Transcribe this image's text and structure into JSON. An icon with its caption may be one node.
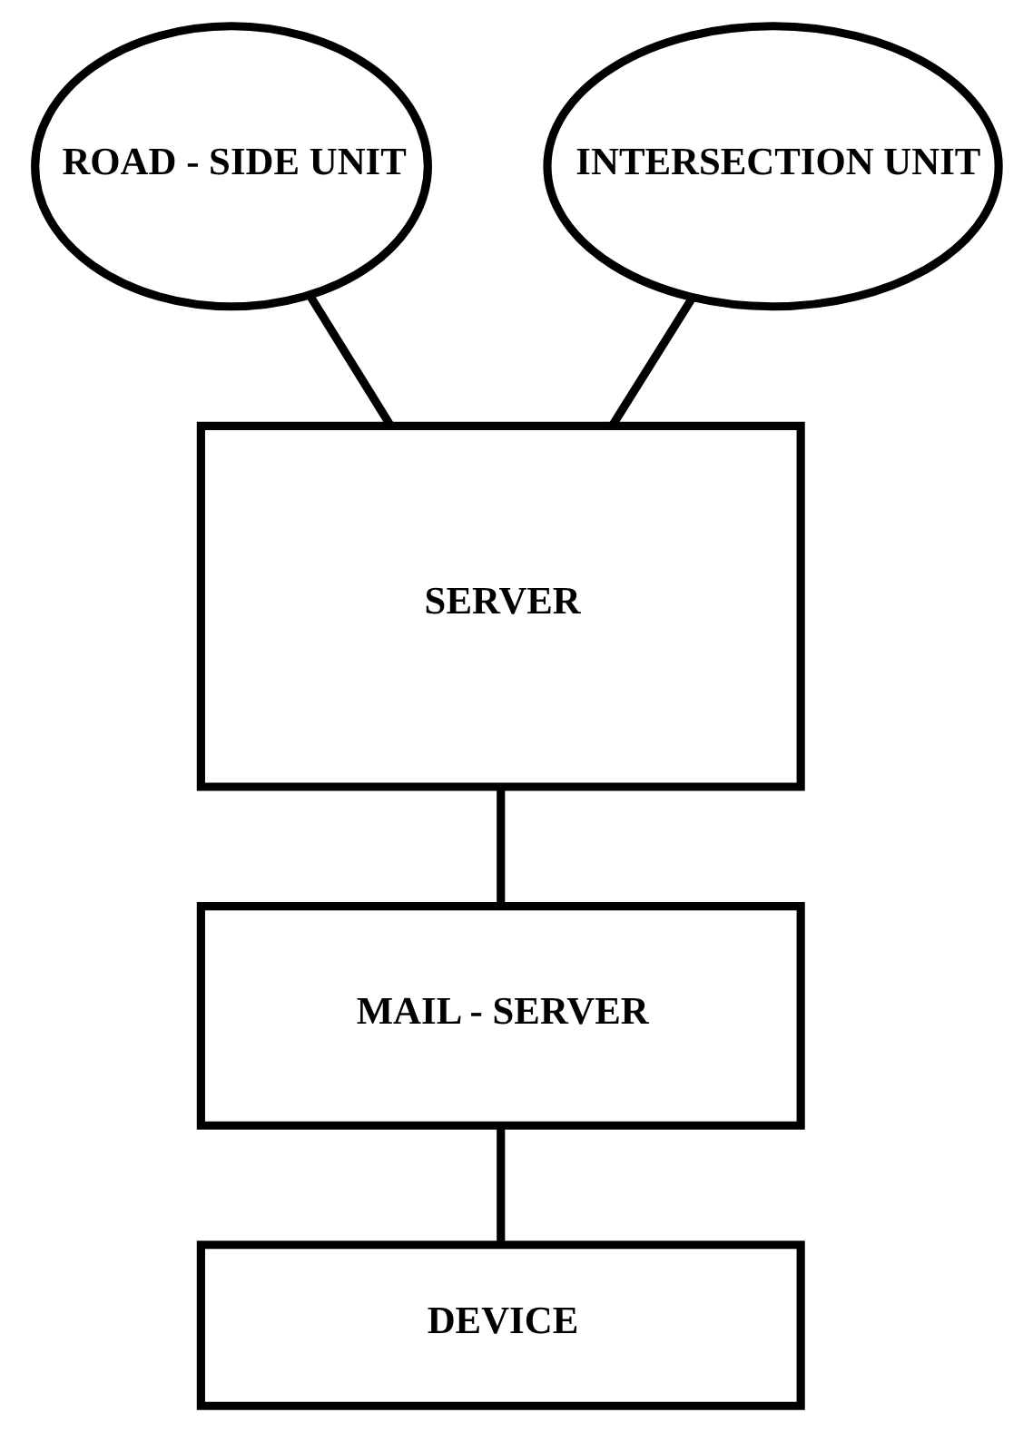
{
  "diagram": {
    "nodes": [
      {
        "text": [
          "ROAD - SIDE UNIT"
        ]
      },
      {
        "text": [
          "INTERSECTION UNIT"
        ]
      },
      {
        "text": [
          "SERVER"
        ]
      },
      {
        "text": [
          "MAIL - SERVER"
        ]
      },
      {
        "text": [
          "DEVICE"
        ]
      }
    ],
    "edges": [
      {
        "from": 0,
        "to": 2,
        "arrow": "none"
      },
      {
        "from": 1,
        "to": 2,
        "arrow": "none"
      },
      {
        "from": 2,
        "to": 3,
        "arrow": "none"
      },
      {
        "from": 3,
        "to": 4,
        "arrow": "none"
      }
    ]
  }
}
